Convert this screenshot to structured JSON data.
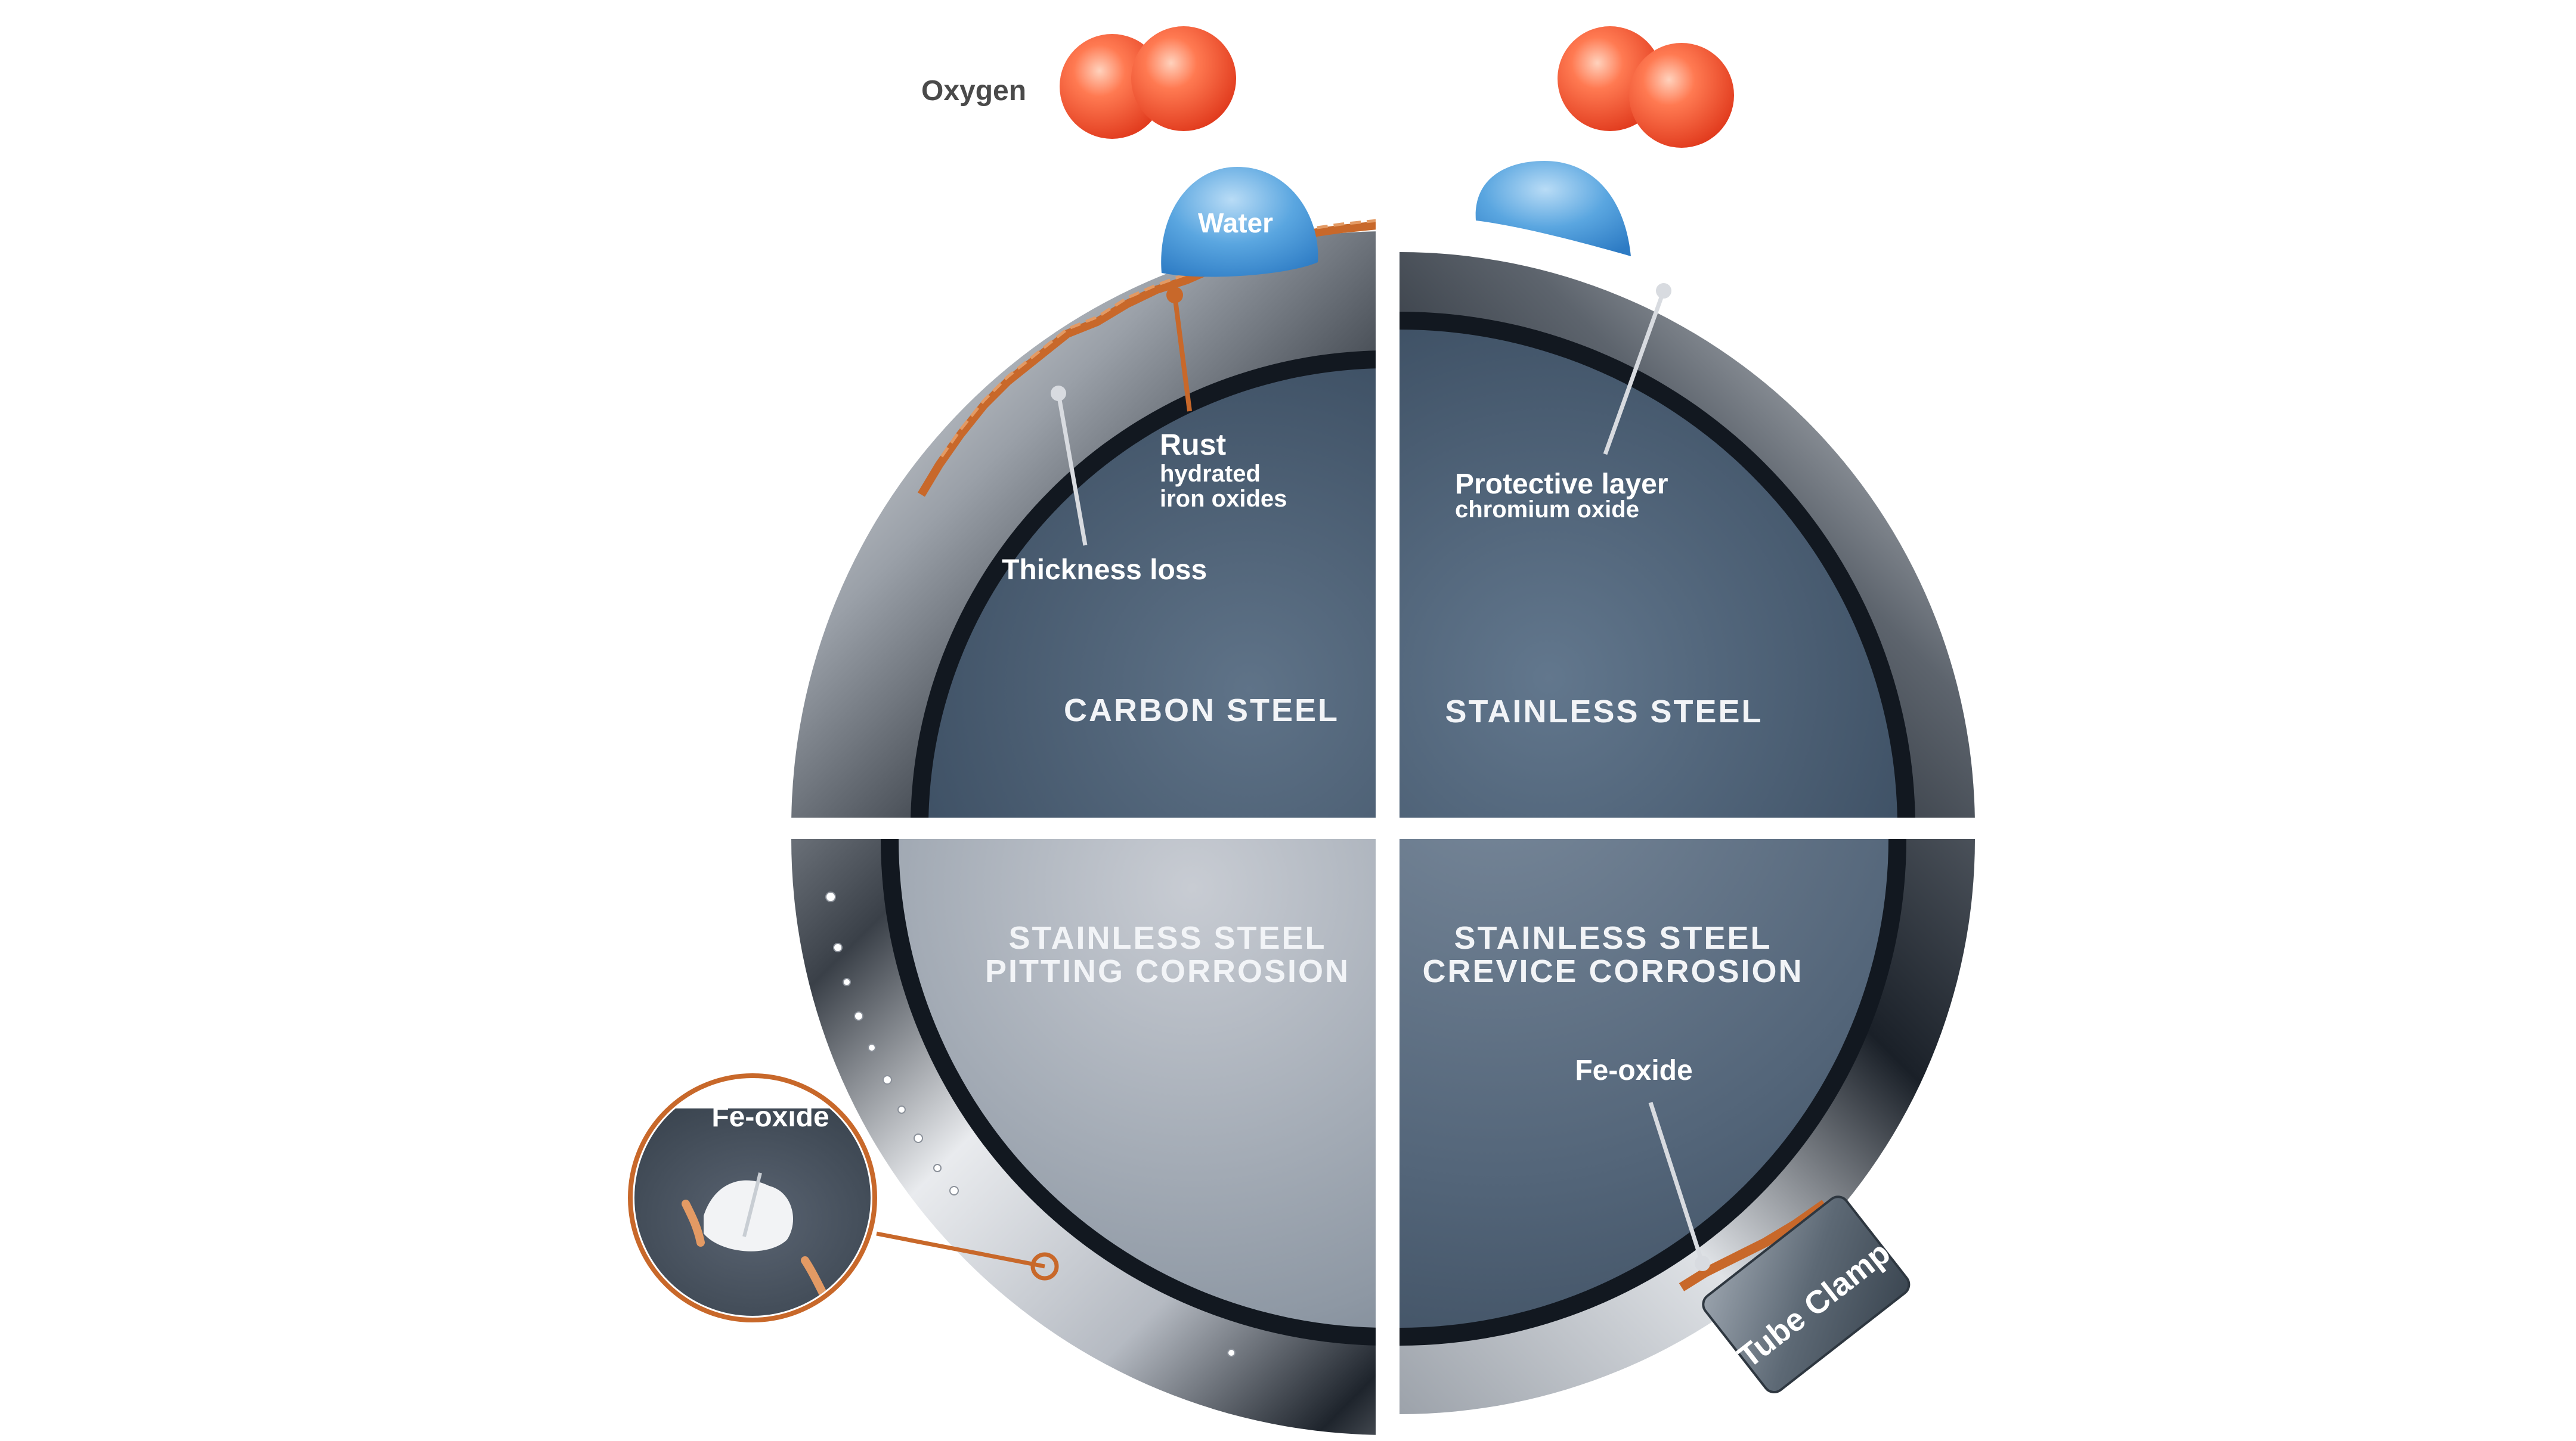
{
  "oxygen_label": "Oxygen",
  "water_label": "Water",
  "quadrants": {
    "carbon_steel": {
      "title": "CARBON STEEL",
      "rust_label": "Rust",
      "rust_sub1": "hydrated",
      "rust_sub2": "iron oxides",
      "thickness_label": "Thickness loss"
    },
    "stainless_steel": {
      "title": "STAINLESS STEEL",
      "protective_label": "Protective layer",
      "protective_sub": "chromium oxide"
    },
    "pitting": {
      "title_line1": "STAINLESS STEEL",
      "title_line2": "PITTING CORROSION",
      "inset_label": "Fe-oxide"
    },
    "crevice": {
      "title_line1": "STAINLESS STEEL",
      "title_line2": "CREVICE CORROSION",
      "feoxide_label": "Fe-oxide",
      "clamp_label": "Tube Clamp"
    }
  },
  "colors": {
    "rust": "#c8682a",
    "oxygen": "#f04a2a",
    "water": "#3d8fd4",
    "steel_dark": "#2c3e52",
    "steel_light": "#e8eaee"
  }
}
